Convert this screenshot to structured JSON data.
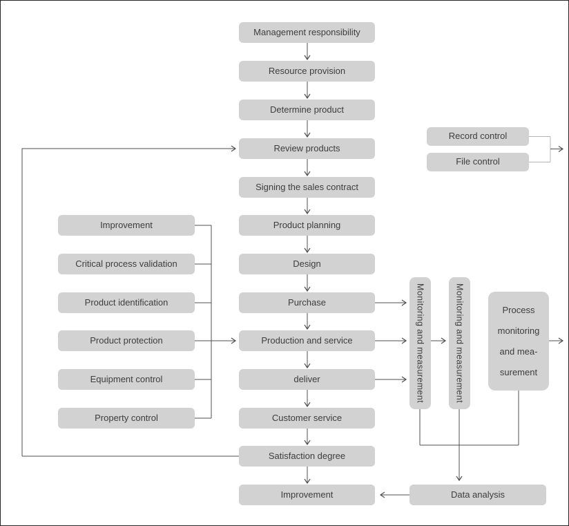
{
  "colors": {
    "background": "#ffffff",
    "frame_border": "#262626",
    "node_fill": "#d2d2d2",
    "node_text": "#3d3d3d",
    "connector": "#4f4f4f",
    "bracket_connector": "#b5b5b5",
    "feedback_connector": "#a6a6a6"
  },
  "main_flow": {
    "nodes": [
      "Management responsibility",
      "Resource provision",
      "Determine product",
      "Review products",
      "Signing the sales contract",
      "Product planning",
      "Design",
      "Purchase",
      "Production and service",
      "deliver",
      "Customer service",
      "Satisfaction degree",
      "Improvement"
    ]
  },
  "support_controls": {
    "nodes": [
      "Improvement",
      "Critical process validation",
      "Product identification",
      "Product protection",
      "Equipment control",
      "Property control"
    ]
  },
  "document_control": {
    "nodes": [
      "Record control",
      "File control"
    ]
  },
  "measurement": {
    "monitoring_left": "Monitoring and measurement",
    "monitoring_right": "Monitoring and measurement",
    "process_monitoring_lines": [
      "Process",
      "monitoring",
      "and mea-",
      "surement"
    ],
    "data_analysis": "Data analysis"
  }
}
